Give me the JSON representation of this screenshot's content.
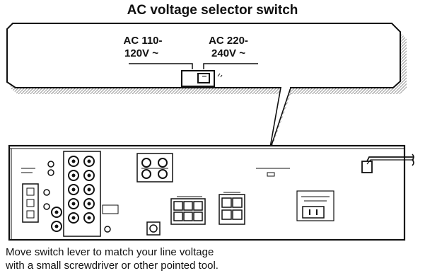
{
  "title": "AC voltage selector switch",
  "labels": {
    "left_line1": "AC 110-",
    "left_line2": "120V ~",
    "right_line1": "AC 220-",
    "right_line2": "240V ~"
  },
  "caption": {
    "line1": "Move switch lever to match your line voltage",
    "line2": "with a small screwdriver or other pointed tool."
  },
  "colors": {
    "ink": "#111111",
    "panel": "#ffffff",
    "hatch": "#555555"
  }
}
